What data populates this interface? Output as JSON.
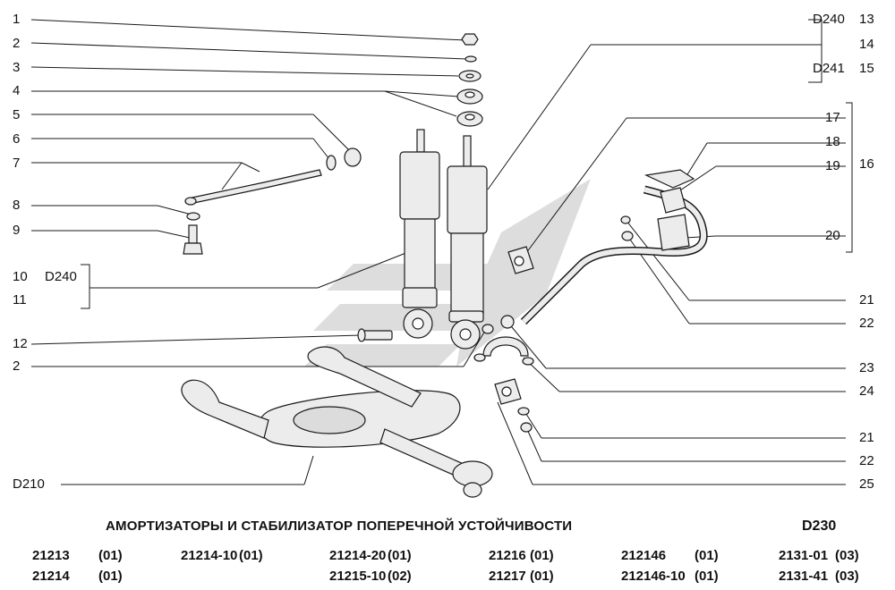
{
  "callouts_left": [
    "1",
    "2",
    "3",
    "4",
    "5",
    "6",
    "7",
    "8",
    "9",
    "10",
    "11",
    "12",
    "2"
  ],
  "ref_left": "D240",
  "ref_bottom_left": "D210",
  "callouts_right": [
    "13",
    "14",
    "15",
    "17",
    "18",
    "19",
    "16",
    "20",
    "21",
    "22",
    "23",
    "24",
    "21",
    "22",
    "25"
  ],
  "ref_top_right_a": "D240",
  "ref_top_right_b": "D241",
  "title": "АМОРТИЗАТОРЫ И СТАБИЛИЗАТОР ПОПЕРЕЧНОЙ УСТОЙЧИВОСТИ",
  "section_code": "D230",
  "applicability": [
    {
      "model": "21213",
      "var": "(01)"
    },
    {
      "model": "21214",
      "var": "(01)"
    },
    {
      "model": "21214-10",
      "var": "(01)"
    },
    {
      "model": "21214-20",
      "var": "(01)"
    },
    {
      "model": "21215-10",
      "var": "(02)"
    },
    {
      "model": "21216",
      "var": "(01)"
    },
    {
      "model": "21217",
      "var": "(01)"
    },
    {
      "model": "212146",
      "var": "(01)"
    },
    {
      "model": "212146-10",
      "var": "(01)"
    },
    {
      "model": "2131-01",
      "var": "(03)"
    },
    {
      "model": "2131-41",
      "var": "(03)"
    }
  ],
  "colors": {
    "line": "#1a1a1a",
    "watermark": "#c9c9c9",
    "part_fill": "#ececec"
  }
}
